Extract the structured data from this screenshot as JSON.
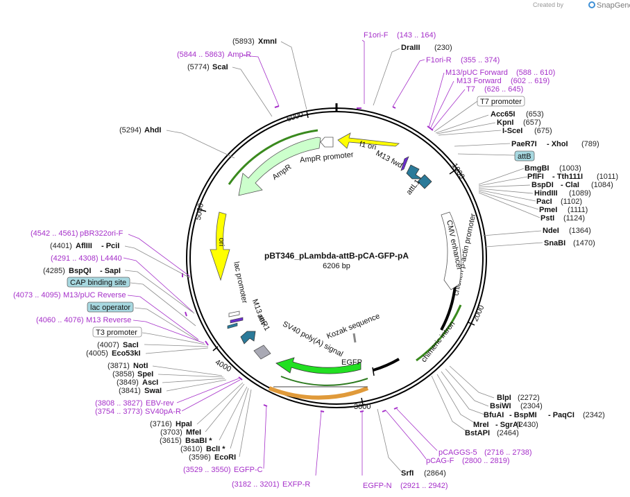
{
  "header": {
    "credit_prefix": "Created by",
    "brand_name": "SnapGene"
  },
  "plasmid": {
    "name": "pBT346_pLambda-attB-pCA-GFP-pA",
    "size_label": "6206 bp",
    "ticks": [
      "1000",
      "2000",
      "3000",
      "4000",
      "5000",
      "6000"
    ]
  },
  "features": [
    {
      "name": "f1 ori",
      "color": "#ffff00"
    },
    {
      "name": "AmpR promoter",
      "color": "#ffffff"
    },
    {
      "name": "AmpR",
      "color": "#ccffcc"
    },
    {
      "name": "ori",
      "color": "#ffff00"
    },
    {
      "name": "lac promoter",
      "color": "#ffffff"
    },
    {
      "name": "M13 rev",
      "color": "#6a2fc9"
    },
    {
      "name": "attR1",
      "color": "#2b7a99"
    },
    {
      "name": "SV40 poly(A) signal",
      "color": "#a9a9b4"
    },
    {
      "name": "EGFP",
      "color": "#22e022"
    },
    {
      "name": "Kozak sequence",
      "color": "#888888"
    },
    {
      "name": "chimeric intron",
      "color": "#000000"
    },
    {
      "name": "chicken β-actin promoter",
      "color": "#000000"
    },
    {
      "name": "CMV enhancer",
      "color": "#ffffff"
    },
    {
      "name": "M13 fwd",
      "color": "#6a2fc9"
    },
    {
      "name": "attL1",
      "color": "#2b7a99"
    }
  ],
  "labels": {
    "xmni": {
      "name": "XmnI",
      "pos": "(5893)"
    },
    "ampr_primer": {
      "name": "Amp-R",
      "pos": "(5844 .. 5863)"
    },
    "scai": {
      "name": "ScaI",
      "pos": "(5774)"
    },
    "ahdi": {
      "name": "AhdI",
      "pos": "(5294)"
    },
    "f1ori_f": {
      "name": "F1ori-F",
      "pos": "(143 .. 164)"
    },
    "draiii": {
      "name": "DraIII",
      "pos": "(230)"
    },
    "f1ori_r": {
      "name": "F1ori-R",
      "pos": "(355 .. 374)"
    },
    "m13puc_fwd": {
      "name": "M13/pUC Forward",
      "pos": "(588 .. 610)"
    },
    "m13_fwd": {
      "name": "M13 Forward",
      "pos": "(602 .. 619)"
    },
    "t7": {
      "name": "T7",
      "pos": "(626 .. 645)"
    },
    "t7_promoter": {
      "name": "T7 promoter"
    },
    "acc65i": {
      "name": "Acc65I",
      "pos": "(653)"
    },
    "kpni": {
      "name": "KpnI",
      "pos": "(657)"
    },
    "isce": {
      "name": "I-SceI",
      "pos": "(675)"
    },
    "paer7i": {
      "name": "PaeR7I",
      "name2": "- XhoI",
      "pos": "(789)"
    },
    "attb": {
      "name": "attB"
    },
    "bmgbi": {
      "name": "BmgBI",
      "pos": "(1003)"
    },
    "pflfi": {
      "name": "PflFI",
      "name2": "- Tth111I",
      "pos": "(1011)"
    },
    "bspdi": {
      "name": "BspDI",
      "name2": "- ClaI",
      "pos": "(1084)"
    },
    "hindiii": {
      "name": "HindIII",
      "pos": "(1089)"
    },
    "paci": {
      "name": "PacI",
      "pos": "(1102)"
    },
    "pmei": {
      "name": "PmeI",
      "pos": "(1111)"
    },
    "psti": {
      "name": "PstI",
      "pos": "(1124)"
    },
    "ndei": {
      "name": "NdeI",
      "pos": "(1364)"
    },
    "snabi": {
      "name": "SnaBI",
      "pos": "(1470)"
    },
    "pbr322": {
      "name": "pBR322ori-F",
      "pos": "(4542 .. 4561)"
    },
    "afliii": {
      "name": "AflIII",
      "name2": "- PciI",
      "pos": "(4401)"
    },
    "l4440": {
      "name": "L4440",
      "pos": "(4291 .. 4308)"
    },
    "bspqi": {
      "name": "BspQI",
      "name2": "- SapI",
      "pos": "(4285)"
    },
    "cap": {
      "name": "CAP binding site"
    },
    "m13puc_rev": {
      "name": "M13/pUC Reverse",
      "pos": "(4073 .. 4095)"
    },
    "lac_operator": {
      "name": "lac operator"
    },
    "m13_rev_primer": {
      "name": "M13 Reverse",
      "pos": "(4060 .. 4076)"
    },
    "t3_promoter": {
      "name": "T3 promoter"
    },
    "saci": {
      "name": "SacI",
      "pos": "(4007)"
    },
    "eco53ki": {
      "name": "Eco53kI",
      "pos": "(4005)"
    },
    "noti": {
      "name": "NotI",
      "pos": "(3871)"
    },
    "spei": {
      "name": "SpeI",
      "pos": "(3858)"
    },
    "asci": {
      "name": "AscI",
      "pos": "(3849)"
    },
    "swai": {
      "name": "SwaI",
      "pos": "(3841)"
    },
    "ebv_rev": {
      "name": "EBV-rev",
      "pos": "(3808 .. 3827)"
    },
    "sv40pa_r": {
      "name": "SV40pA-R",
      "pos": "(3754 .. 3773)"
    },
    "hpai": {
      "name": "HpaI",
      "pos": "(3716)"
    },
    "mfei": {
      "name": "MfeI",
      "pos": "(3703)"
    },
    "bsabi": {
      "name": "BsaBI *",
      "pos": "(3615)"
    },
    "bcli": {
      "name": "BclI *",
      "pos": "(3610)"
    },
    "ecori": {
      "name": "EcoRI",
      "pos": "(3596)"
    },
    "egfp_c": {
      "name": "EGFP-C",
      "pos": "(3529 .. 3550)"
    },
    "exfp_r": {
      "name": "EXFP-R",
      "pos": "(3182 .. 3201)"
    },
    "egfp_n": {
      "name": "EGFP-N",
      "pos": "(2921 .. 2942)"
    },
    "srfi": {
      "name": "SrfI",
      "pos": "(2864)"
    },
    "pcag_f": {
      "name": "pCAG-F",
      "pos": "(2800 .. 2819)"
    },
    "pcaggs5": {
      "name": "pCAGGS-5",
      "pos": "(2716 .. 2738)"
    },
    "bstapi": {
      "name": "BstAPI",
      "pos": "(2464)"
    },
    "mrei": {
      "name": "MreI",
      "name2": "- SgrAI",
      "pos": "(2430)"
    },
    "bfuai": {
      "name": "BfuAI",
      "name2": "- BspMI",
      "name3": "- PaqCI",
      "pos": "(2342)"
    },
    "bsiwi": {
      "name": "BsiWI",
      "pos": "(2304)"
    },
    "blpi": {
      "name": "BlpI",
      "pos": "(2272)"
    }
  }
}
